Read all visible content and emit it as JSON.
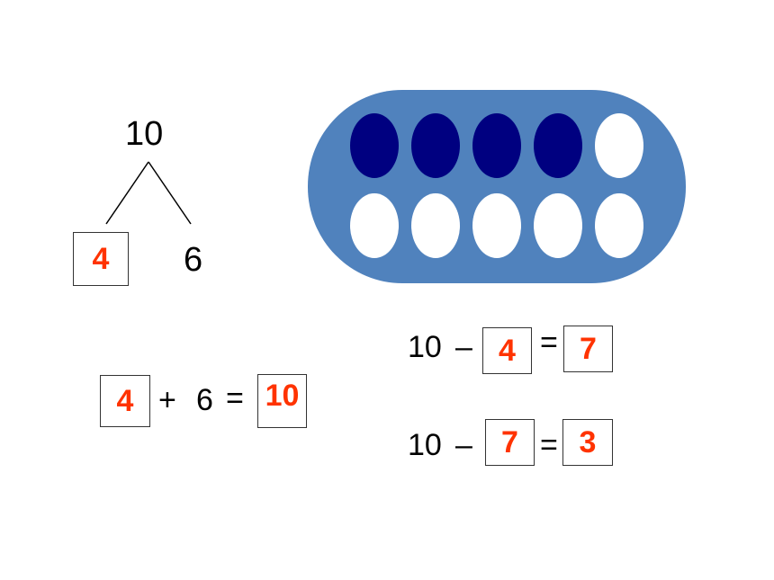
{
  "colors": {
    "tray": "#5082bd",
    "filled": "#000080",
    "empty": "#ffffff",
    "answer": "#ff3300",
    "text": "#000000"
  },
  "tree": {
    "whole": "10",
    "left_part": "4",
    "right_part": "6"
  },
  "ten_frame": {
    "total": 10,
    "filled": 4,
    "columns": 5
  },
  "equations": {
    "addition": {
      "a": "4",
      "plus": "+",
      "b": "6",
      "equals": "=",
      "sum": "10"
    },
    "subtraction_1": {
      "minuend": "10",
      "minus": "–",
      "subtrahend": "4",
      "equals": "=",
      "result": "7"
    },
    "subtraction_2": {
      "minuend": "10",
      "minus": "–",
      "subtrahend": "7",
      "equals": "=",
      "result": "3"
    }
  }
}
